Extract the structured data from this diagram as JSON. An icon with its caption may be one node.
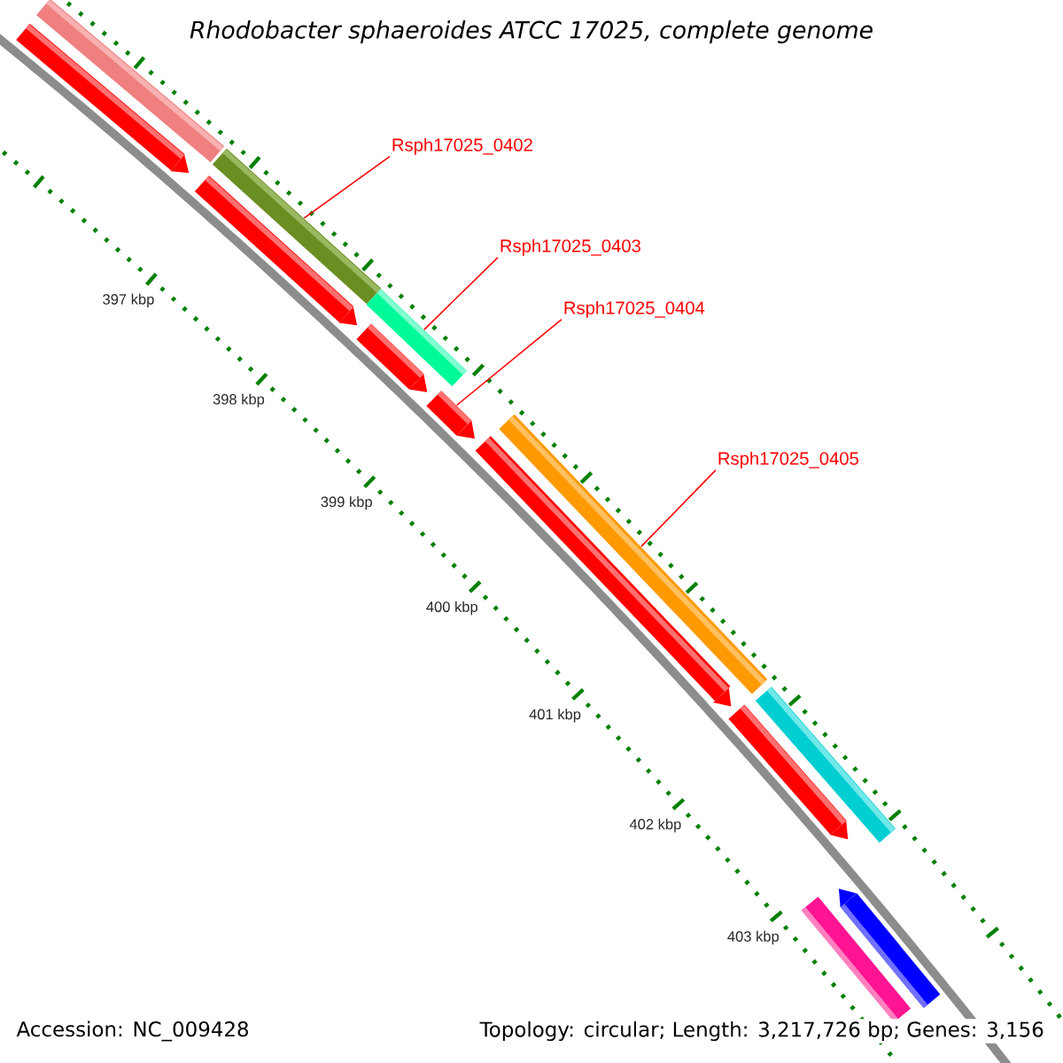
{
  "diagram": {
    "title": "Rhodobacter sphaeroides ATCC 17025, complete genome",
    "nodes": [
      {
        "text": [
          "Rsph17025_0402"
        ]
      },
      {
        "text": [
          "Rsph17025_0403"
        ]
      },
      {
        "text": [
          "Rsph17025_0404"
        ]
      },
      {
        "text": [
          "Rsph17025_0405"
        ]
      },
      {
        "text": [],
        "shape": "bar"
      },
      {
        "text": [],
        "shape": "bar"
      },
      {
        "text": [],
        "shape": "bar"
      },
      {
        "text": [],
        "shape": "bar"
      },
      {
        "text": [],
        "shape": "bar"
      },
      {
        "text": [],
        "shape": "bar"
      },
      {
        "text": [],
        "shape": "bar"
      },
      {
        "text": [],
        "shape": "bar"
      },
      {
        "text": [],
        "shape": "bar"
      },
      {
        "text": [],
        "shape": "bar"
      },
      {
        "text": [],
        "shape": "bar"
      },
      {
        "text": [],
        "shape": "bar"
      },
      {
        "text": [],
        "shape": "bar"
      }
    ],
    "edges": [
      {
        "from": 0,
        "to": 6,
        "arrow": "none"
      },
      {
        "from": 1,
        "to": 8,
        "arrow": "none"
      },
      {
        "from": 2,
        "to": 10,
        "arrow": "none"
      },
      {
        "from": 3,
        "to": 12,
        "arrow": "none"
      }
    ],
    "labels": [
      "397 kbp",
      "398 kbp",
      "399 kbp",
      "400 kbp",
      "401 kbp",
      "402 kbp",
      "403 kbp",
      "Accession: NC_009428",
      "Topology: circular; Length: 3,217,726 bp; Genes: 3,156"
    ]
  }
}
